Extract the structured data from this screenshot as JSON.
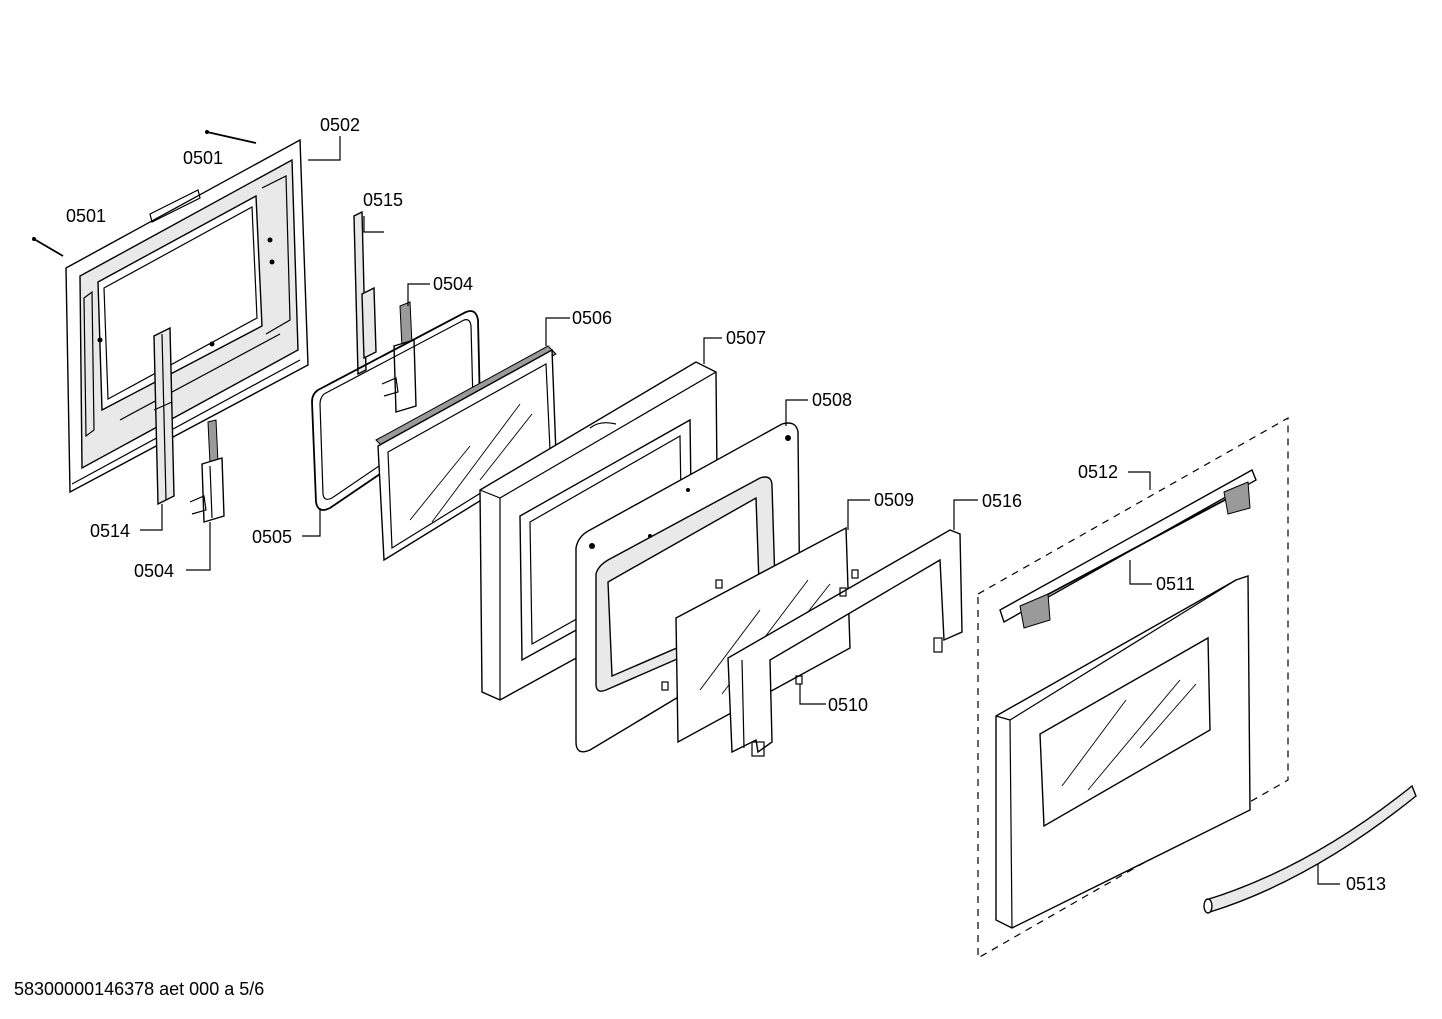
{
  "diagram": {
    "labels": {
      "p0501a": "0501",
      "p0501b": "0501",
      "p0502": "0502",
      "p0515": "0515",
      "p0504a": "0504",
      "p0506": "0506",
      "p0507": "0507",
      "p0508": "0508",
      "p0509": "0509",
      "p0516": "0516",
      "p0512": "0512",
      "p0511": "0511",
      "p0514": "0514",
      "p0504b": "0504",
      "p0505": "0505",
      "p0510": "0510",
      "p0513": "0513"
    },
    "footer": "58300000146378 aet 000 a 5/6"
  }
}
